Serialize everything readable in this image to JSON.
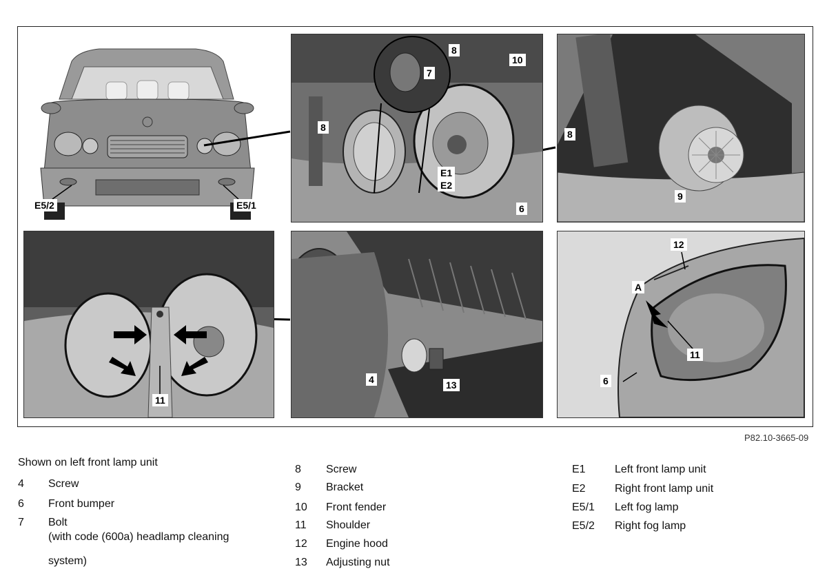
{
  "figure": {
    "reference_code": "P82.10-3665-09",
    "callouts": {
      "p1_e52": "E5/2",
      "p1_e51": "E5/1",
      "p2_8a": "8",
      "p2_10": "10",
      "p2_7": "7",
      "p2_8b": "8",
      "p2_e1": "E1",
      "p2_e2": "E2",
      "p2_6": "6",
      "p3_8": "8",
      "p3_9": "9",
      "p4_11": "11",
      "p5_4": "4",
      "p5_13": "13",
      "p6_12": "12",
      "p6_a": "A",
      "p6_11": "11",
      "p6_6": "6"
    }
  },
  "legend": {
    "heading": "Shown on left front lamp unit",
    "col1": [
      {
        "num": "4",
        "label": "Screw"
      },
      {
        "num": "6",
        "label": "Front bumper"
      },
      {
        "num": "7",
        "label": "Bolt"
      }
    ],
    "bolt_note_line1": "(with code (600a) headlamp cleaning",
    "bolt_note_line2": "system)",
    "col2": [
      {
        "num": "8",
        "label": "Screw"
      },
      {
        "num": "9",
        "label": "Bracket"
      },
      {
        "num": "10",
        "label": "Front fender"
      },
      {
        "num": "11",
        "label": "Shoulder"
      },
      {
        "num": "12",
        "label": "Engine hood"
      },
      {
        "num": "13",
        "label": "Adjusting nut"
      }
    ],
    "col3": [
      {
        "num": "E1",
        "label": "Left front lamp unit"
      },
      {
        "num": "E2",
        "label": "Right front lamp unit"
      },
      {
        "num": "E5/1",
        "label": "Left fog lamp"
      },
      {
        "num": "E5/2",
        "label": "Right fog lamp"
      }
    ]
  }
}
